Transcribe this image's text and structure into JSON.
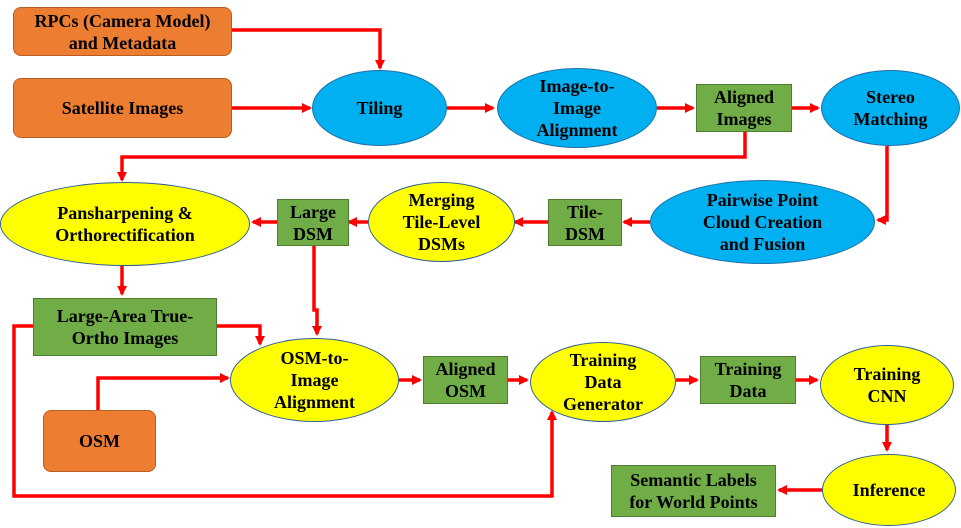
{
  "colors": {
    "arrow": "#ff0000",
    "input_box": "#ed7d31",
    "data_box": "#70ad47",
    "process_blue": "#00b0f0",
    "process_yellow": "#ffff00"
  },
  "nodes": {
    "rpcs": "RPCs (Camera Model)\nand Metadata",
    "satellite": "Satellite Images",
    "tiling": "Tiling",
    "image_to_image": "Image-to-\nImage\nAlignment",
    "aligned_images": "Aligned\nImages",
    "stereo": "Stereo\nMatching",
    "pansharpening": "Pansharpening &\nOrthorectification",
    "large_dsm": "Large\nDSM",
    "merging": "Merging\nTile-Level\nDSMs",
    "tile_dsm": "Tile-\nDSM",
    "pairwise": "Pairwise Point\nCloud Creation\nand Fusion",
    "true_ortho": "Large-Area True-\nOrtho Images",
    "osm_to_image": "OSM-to-\nImage\nAlignment",
    "aligned_osm": "Aligned\nOSM",
    "training_gen": "Training\nData\nGenerator",
    "training_data": "Training\nData",
    "training_cnn": "Training\nCNN",
    "osm": "OSM",
    "semantic": "Semantic Labels\nfor World Points",
    "inference": "Inference"
  }
}
